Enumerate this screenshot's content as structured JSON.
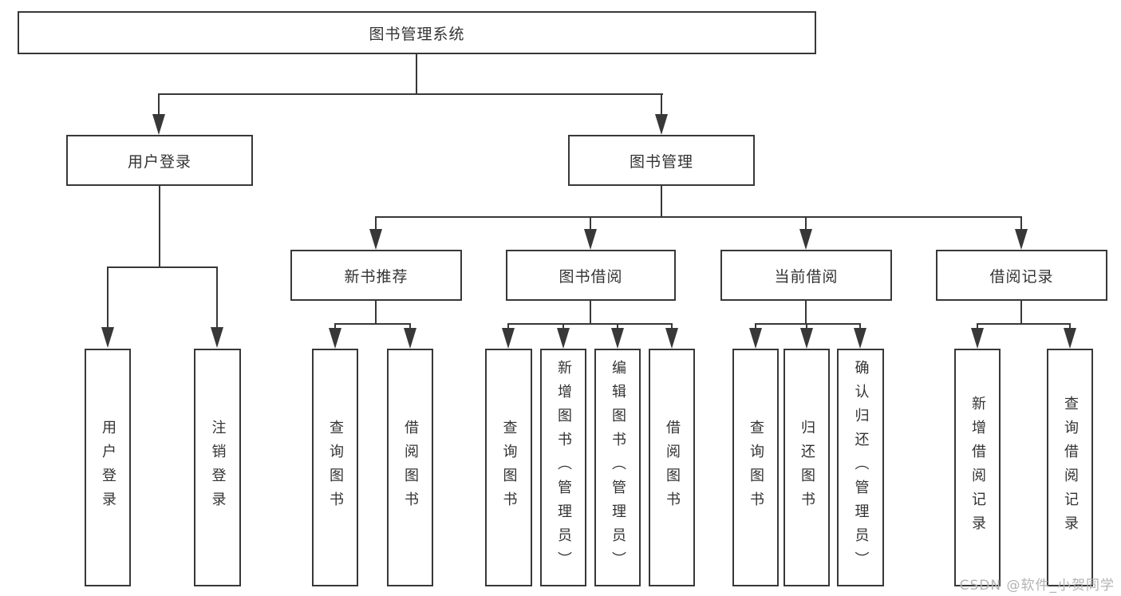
{
  "diagram": {
    "title": "图书管理系统",
    "children": [
      {
        "label": "用户登录",
        "children": [
          {
            "label": "用户登录"
          },
          {
            "label": "注销登录"
          }
        ]
      },
      {
        "label": "图书管理",
        "children": [
          {
            "label": "新书推荐",
            "children": [
              {
                "label": "查询图书"
              },
              {
                "label": "借阅图书"
              }
            ]
          },
          {
            "label": "图书借阅",
            "children": [
              {
                "label": "查询图书"
              },
              {
                "label": "新增图书（管理员）"
              },
              {
                "label": "编辑图书（管理员）"
              },
              {
                "label": "借阅图书"
              }
            ]
          },
          {
            "label": "当前借阅",
            "children": [
              {
                "label": "查询图书"
              },
              {
                "label": "归还图书"
              },
              {
                "label": "确认归还（管理员）"
              }
            ]
          },
          {
            "label": "借阅记录",
            "children": [
              {
                "label": "新增借阅记录"
              },
              {
                "label": "查询借阅记录"
              }
            ]
          }
        ]
      }
    ]
  },
  "watermark": "CSDN @软件_小贺同学",
  "colors": {
    "line": "#383838",
    "text": "#333333",
    "watermark": "#b3b3b3",
    "background": "#ffffff"
  }
}
